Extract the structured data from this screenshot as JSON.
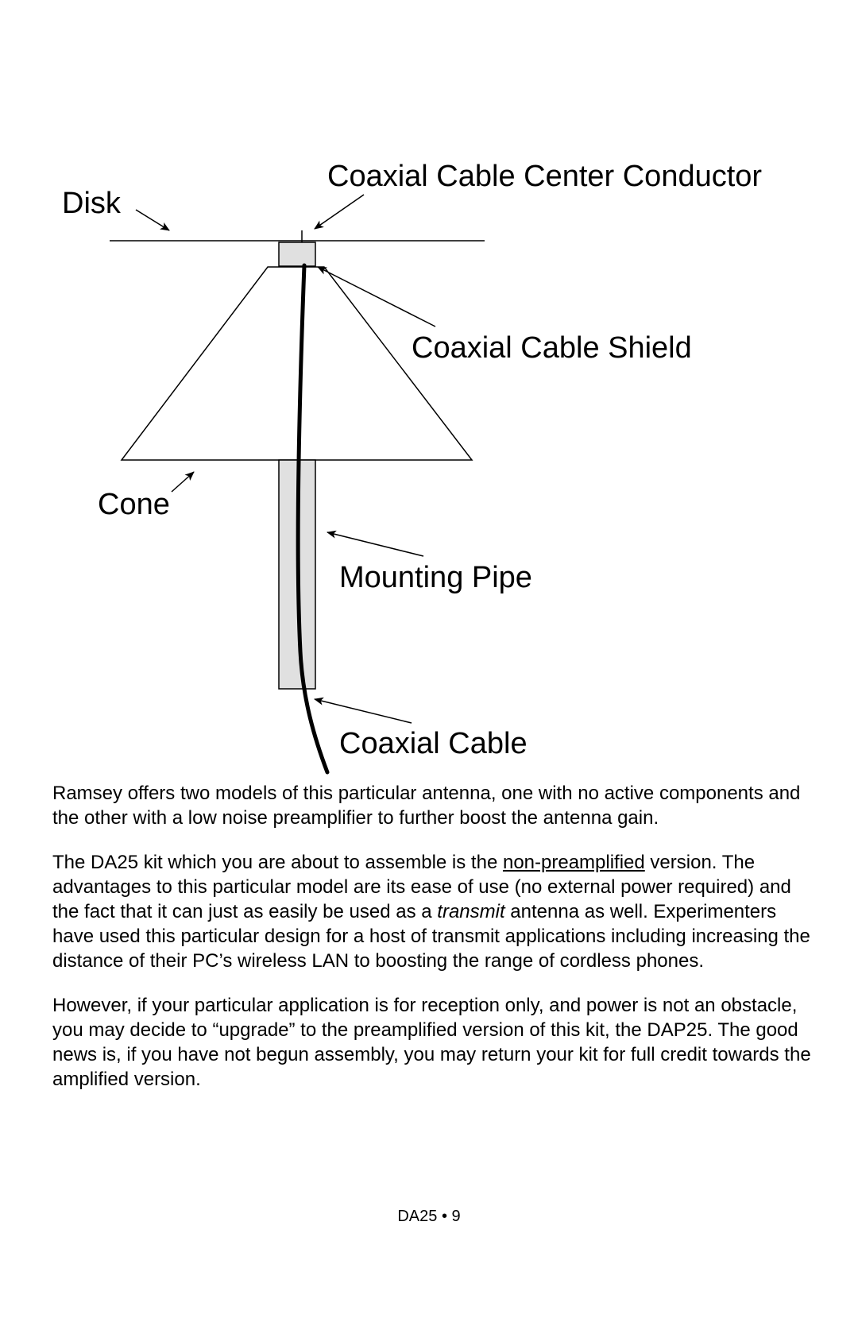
{
  "diagram": {
    "labels": {
      "center_conductor": "Coaxial Cable Center Conductor",
      "disk": "Disk",
      "shield": "Coaxial Cable Shield",
      "cone": "Cone",
      "mounting_pipe": "Mounting Pipe",
      "coaxial_cable": "Coaxial Cable"
    }
  },
  "body": {
    "p1": "Ramsey offers two models of this particular antenna, one with no active components and the other with a low noise preamplifier to further boost the antenna gain.",
    "p2_before": "The DA25 kit which you are about to assemble is the ",
    "p2_underlined": "non-preamplified",
    "p2_middle": " version. The advantages to this particular model are its ease of use (no external power required) and the fact that it can just as easily be used as a ",
    "p2_italic": "transmit",
    "p2_after": " antenna as well. Experimenters have used this particular design for a host of transmit applications including increasing the distance of their PC’s wireless LAN to boosting the range of cordless phones.",
    "p3": "However, if your particular application is for reception only, and power is not an obstacle, you  may  decide to “upgrade” to the preamplified version of this kit, the DAP25. The good news is, if you have not begun assembly, you may return your kit for full credit towards the amplified version."
  },
  "footer": {
    "page_label": "DA25 • 9"
  }
}
